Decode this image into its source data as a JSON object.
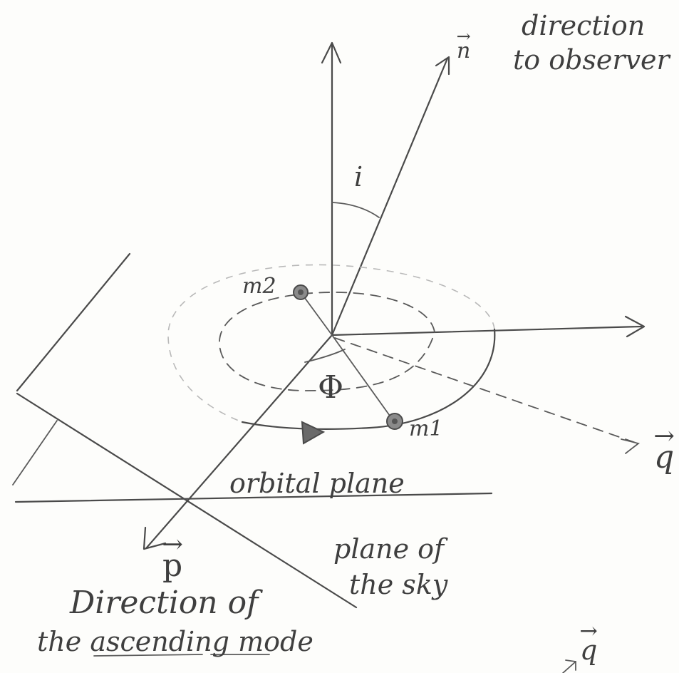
{
  "labels": {
    "n_vector": "n",
    "direction_to_observer_1": "direction",
    "direction_to_observer_2": "to observer",
    "inclination": "i",
    "m2": "m2",
    "m1": "m1",
    "phi": "Φ",
    "q_vector": "q",
    "q_vector_corner": "q",
    "orbital_plane": "orbital plane",
    "plane_of_sky_1": "plane of",
    "plane_of_sky_2": "the sky",
    "p_vector": "p",
    "ascending_node_1": "Direction of",
    "ascending_node_2_a": "the",
    "ascending_node_2_b": "ascending",
    "ascending_node_2_c": "mode"
  },
  "colors": {
    "ink": "#4a4a4a",
    "paper": "#fdfdfb",
    "mass": "#8a8a8a"
  }
}
